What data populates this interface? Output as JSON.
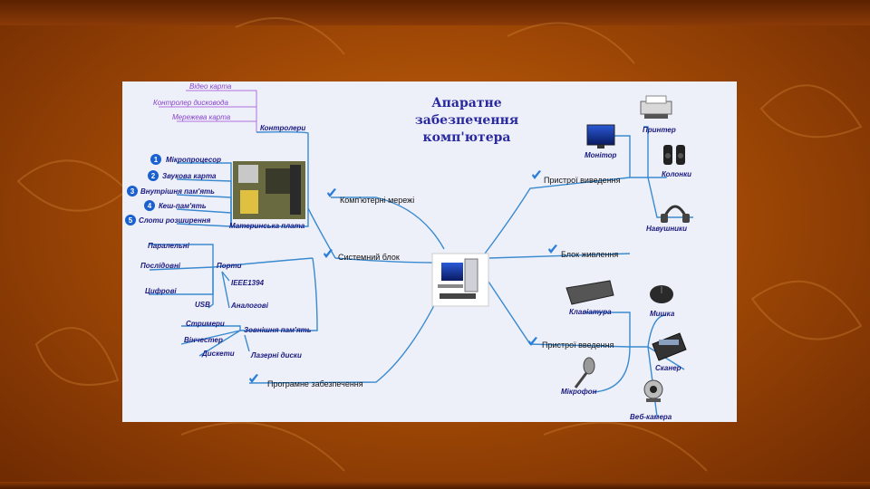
{
  "title_lines": [
    "Апаратне",
    "забезпечення",
    "комп'ютера"
  ],
  "branches": {
    "controllers": "Контролери",
    "video_card": "Відео карта",
    "disk_controller": "Контролер дисковода",
    "network_card": "Мережева карта",
    "networks": "Комп'ютерні мережі",
    "motherboard": "Материнська плата",
    "microprocessor": "Мікропроцесор",
    "sound_card": "Звукова карта",
    "internal_memory": "Внутрішня пам'ять",
    "cache": "Кеш-пам'ять",
    "slots": "Слоти розширення",
    "system_block": "Системний блок",
    "ports": "Порти",
    "parallel": "Паралельні",
    "serial": "Послідовні",
    "digital": "Цифрові",
    "usb": "USB",
    "ieee": "IEEE1394",
    "analog": "Аналогові",
    "storage": "Зовнішня пам'ять",
    "streamers": "Стримери",
    "winchester": "Вінчестер",
    "floppy": "Дискети",
    "laser": "Лазерні диски",
    "software": "Програмне забезпечення",
    "output": "Пристрої виведення",
    "monitor": "Монітор",
    "printer": "Принтер",
    "speakers": "Колонки",
    "headphones": "Навушники",
    "power": "Блок живлення",
    "input": "Пристрої введення",
    "keyboard": "Клавіатура",
    "mouse": "Мишка",
    "scanner": "Сканер",
    "microphone": "Мікрофон",
    "webcam": "Веб-камера"
  },
  "numbers": [
    "1",
    "2",
    "3",
    "4",
    "5"
  ],
  "colors": {
    "line": "#3a8ad0",
    "pink_line": "#b070e0",
    "check": "#2a7fd8",
    "title": "#2a2aa0"
  }
}
